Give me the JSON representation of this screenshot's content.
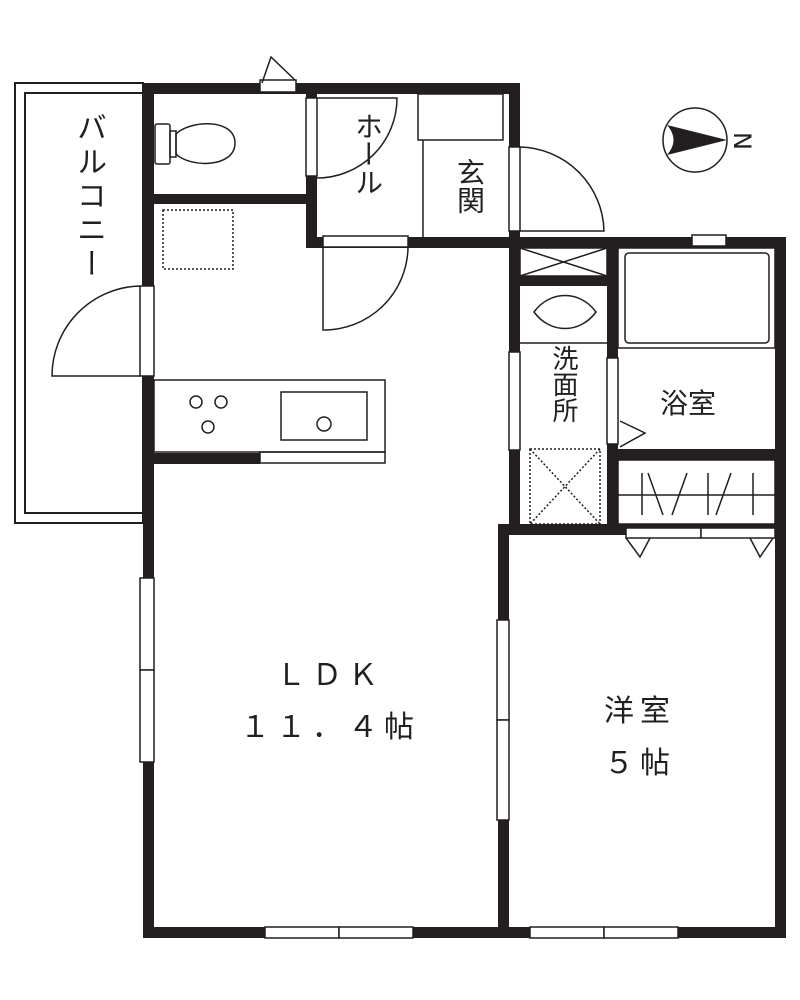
{
  "plan": {
    "rooms": {
      "balcony": "バルコニー",
      "hall": "ホール",
      "entrance": "玄関",
      "washroom": "洗面所",
      "bathroom": "浴室",
      "ldk_name": "ＬＤＫ",
      "ldk_size": "１１．４帖",
      "western_name": "洋室",
      "western_size": "５帖"
    },
    "compass": {
      "label": "N",
      "icon": "north-arrow-icon"
    },
    "colors": {
      "wall": "#231f20",
      "background": "#ffffff"
    }
  }
}
